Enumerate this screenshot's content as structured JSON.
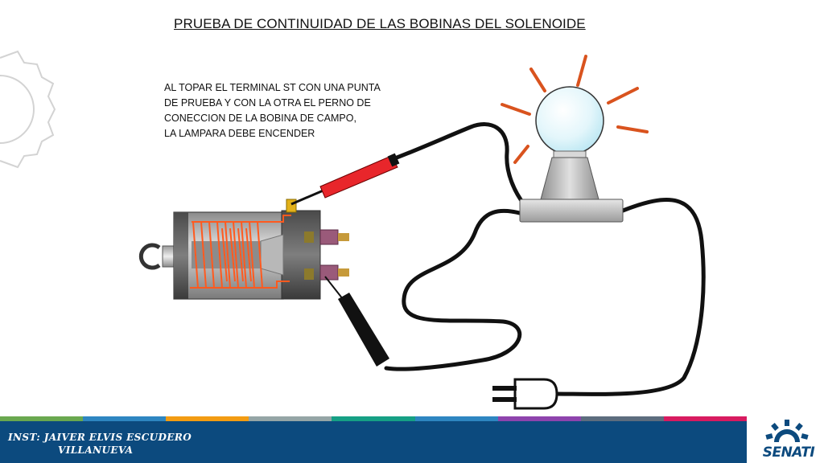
{
  "title": "PRUEBA DE CONTINUIDAD DE LAS BOBINAS DEL SOLENOIDE",
  "instruction_lines": [
    "AL TOPAR EL TERMINAL ST CON UNA PUNTA",
    "DE PRUEBA Y CON LA OTRA EL PERNO DE",
    "CONECCION DE LA BOBINA DE CAMPO,",
    "LA LAMPARA DEBE ENCENDER"
  ],
  "footer": {
    "instructor_line1": "INST: JAIVER ELVIS ESCUDERO",
    "instructor_line2": "VILLANUEVA",
    "logo_text": "SENATI"
  },
  "colors": {
    "footer_bar": "#0c4a7e",
    "coil": "#ff5a1f",
    "probe_red": "#e8262b",
    "lamp_rays": "#d9531e",
    "stripe": [
      "#6aa84f",
      "#2e86c1",
      "#f39c12",
      "#95a5a6",
      "#16a085",
      "#2e86c1",
      "#8e44ad",
      "#5d6d7e",
      "#d81b60"
    ]
  },
  "icons": [
    "gear-watermark-icon",
    "solenoid-icon",
    "light-bulb-icon",
    "power-plug-icon",
    "senati-gear-logo-icon"
  ]
}
